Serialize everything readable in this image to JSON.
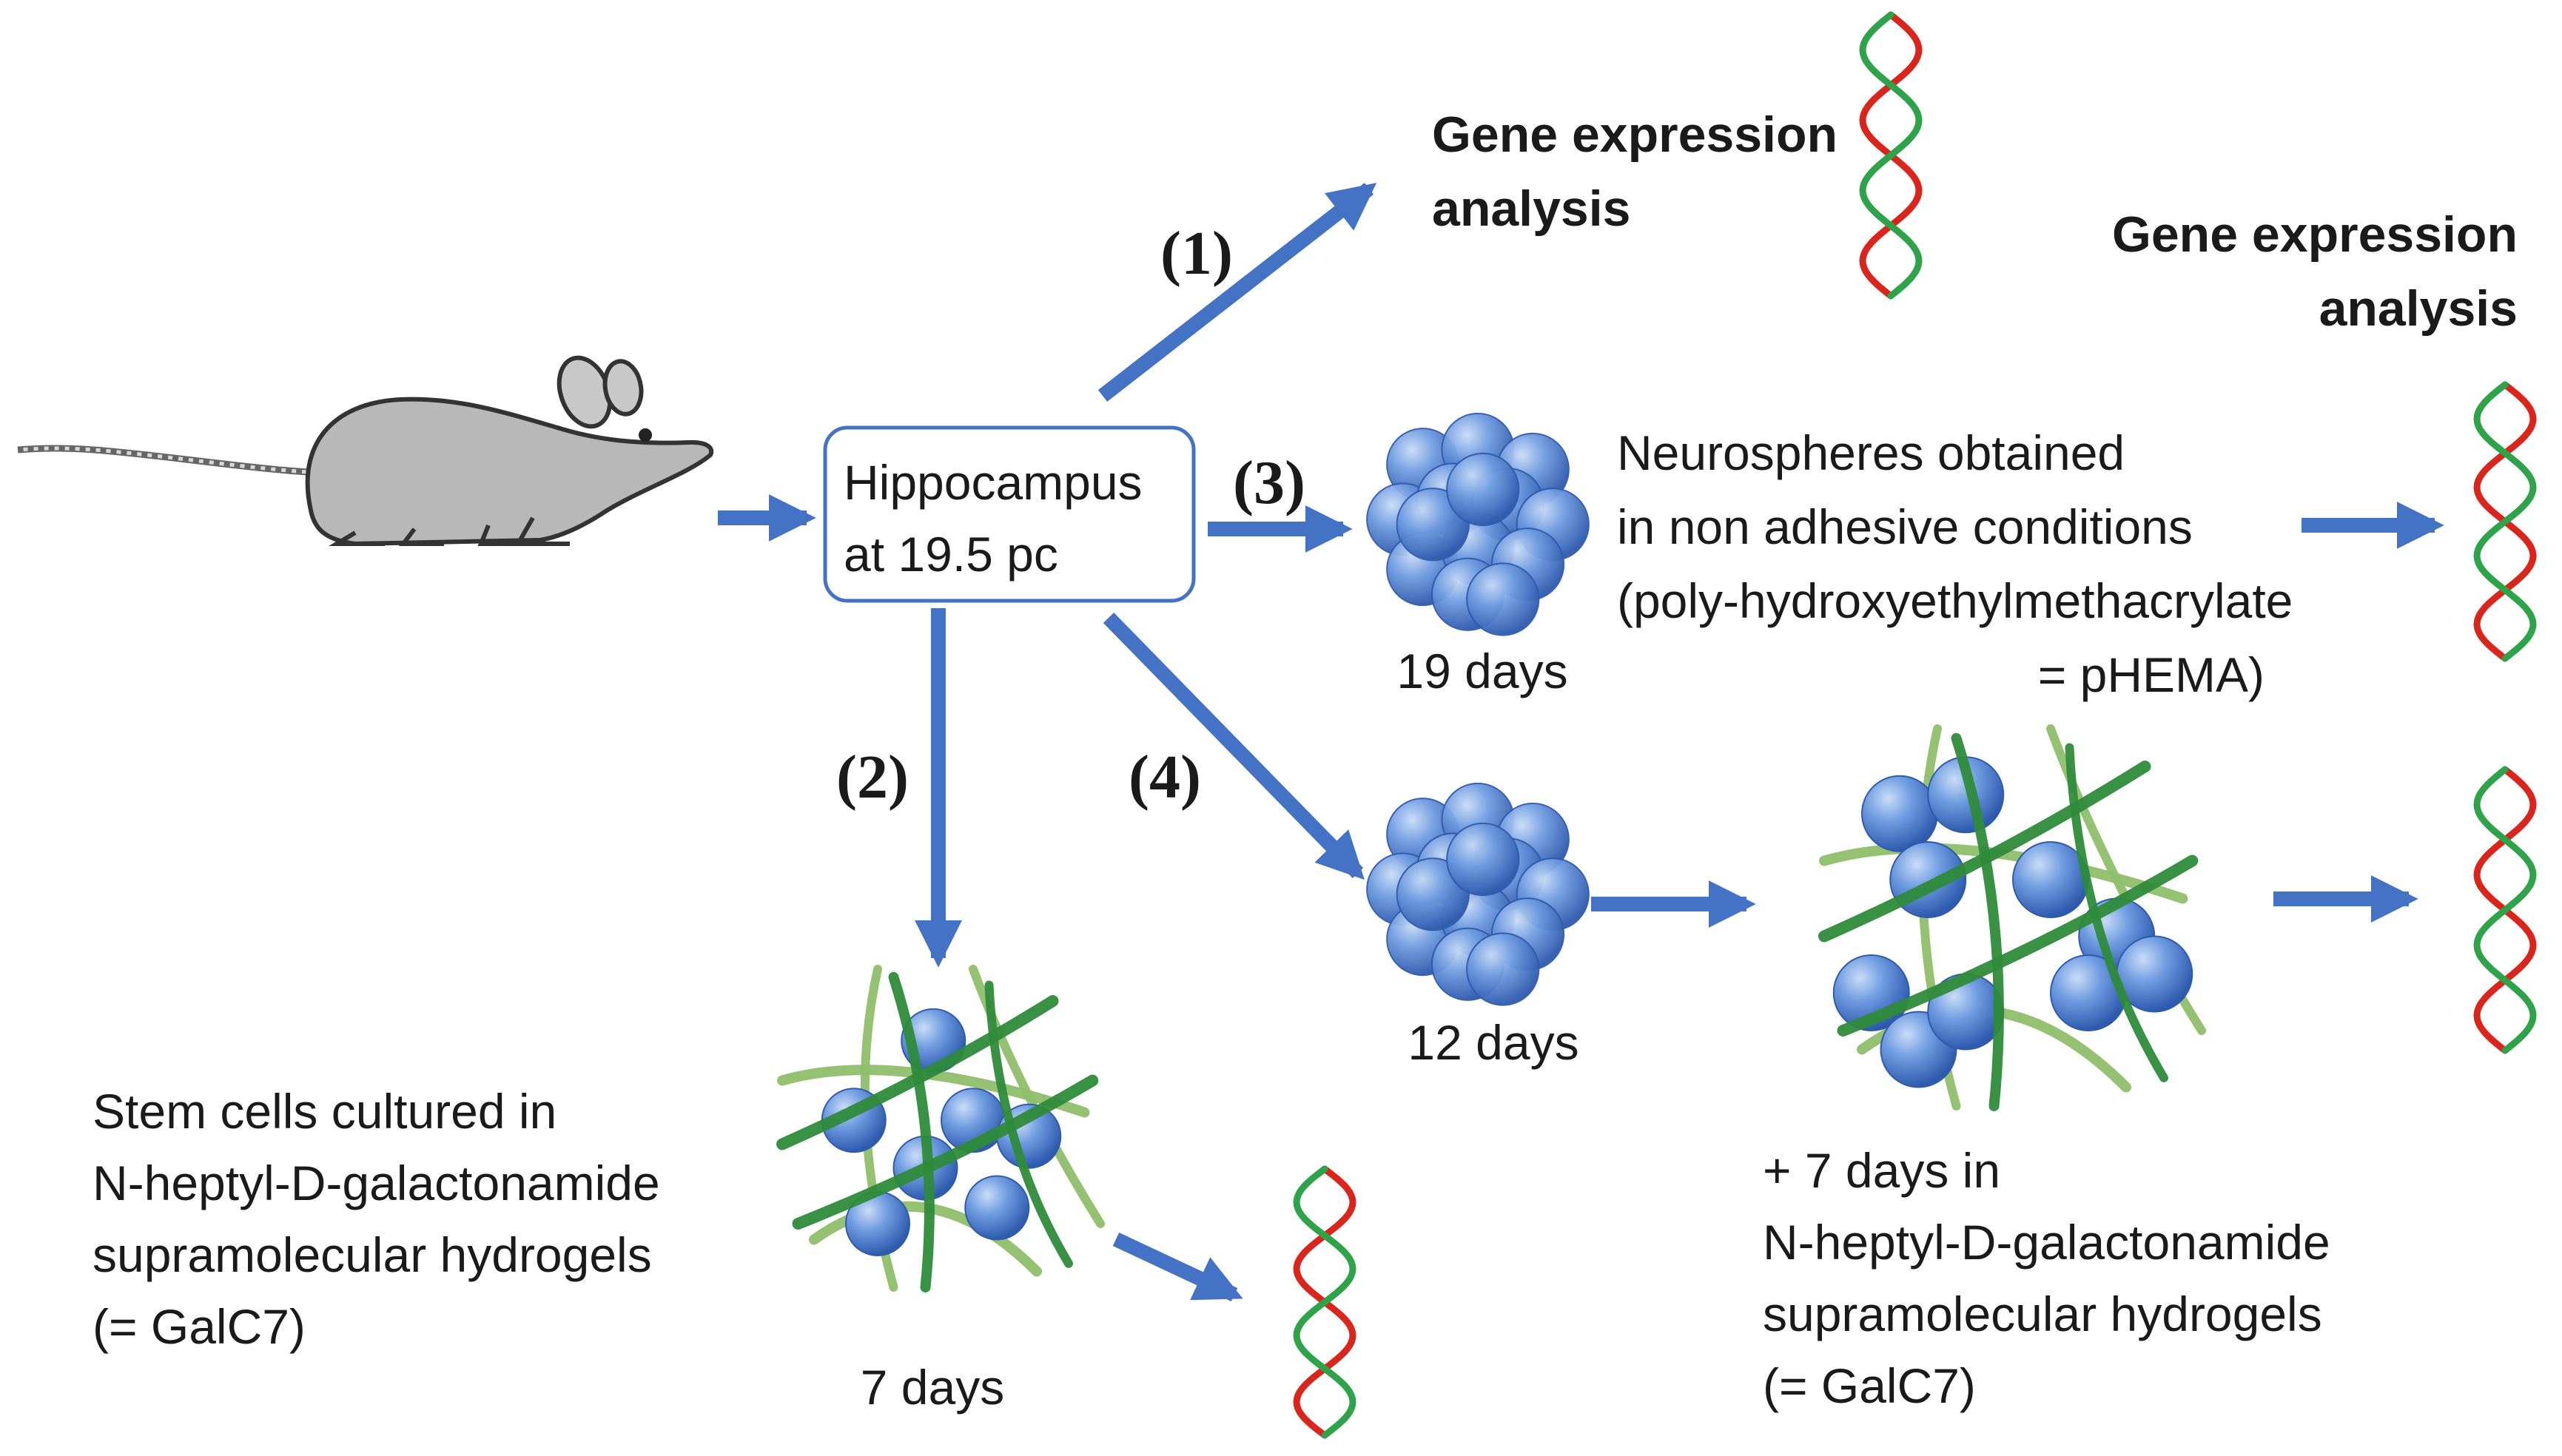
{
  "hippocampus_box": {
    "line1": "Hippocampus",
    "line2": "at 19.5 pc"
  },
  "step_labels": {
    "s1": "(1)",
    "s2": "(2)",
    "s3": "(3)",
    "s4": "(4)"
  },
  "gene_expression_top": {
    "line1": "Gene expression",
    "line2": "analysis"
  },
  "gene_expression_right": {
    "line1": "Gene expression",
    "line2": "analysis"
  },
  "neurospheres_text": {
    "line1": "Neurospheres obtained",
    "line2": "in non adhesive conditions",
    "line3": "(poly-hydroxyethylmethacrylate",
    "line4": "= pHEMA)"
  },
  "duration_labels": {
    "d19": "19 days",
    "d12": "12 days",
    "d7": "7 days"
  },
  "stem_cells_text": {
    "line1": "Stem cells cultured in",
    "line2": "N-heptyl-D-galactonamide",
    "line3": "supramolecular hydrogels",
    "line4": "(= GalC7)"
  },
  "plus7_text": {
    "line1": "+ 7 days in",
    "line2": "N-heptyl-D-galactonamide",
    "line3": "supramolecular hydrogels",
    "line4": "(= GalC7)"
  },
  "colors": {
    "arrow": "#4472C4",
    "sphere": "#5B8BD9",
    "fiber_dark": "#2E8B3A",
    "fiber_light": "#8FBF6A",
    "dna_red": "#D9251C",
    "dna_green": "#2EA34A",
    "mouse_body": "#B8B8B8"
  },
  "icons": [
    "mouse-icon",
    "dna-icon",
    "neurosphere-icon",
    "hydrogel-icon"
  ]
}
